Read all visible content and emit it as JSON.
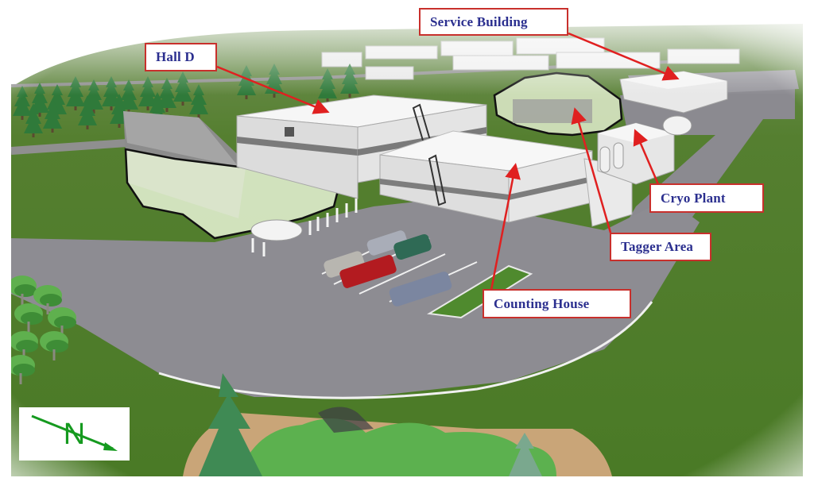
{
  "figure": {
    "subject": "Hall D facility site rendering",
    "colors": {
      "label_text": "#2b2f8f",
      "label_border": "#c8302c",
      "arrow": "#e02020",
      "grass": "#4f7d2a",
      "grass_dark": "#3d6620",
      "asphalt": "#8d8c92",
      "building": "#ececec",
      "building_stripe": "#7a7a7a",
      "highlight_fill": "#e8f3d6",
      "compass_green": "#159a1f"
    }
  },
  "labels": {
    "service_building": "Service Building",
    "hall_d": "Hall D",
    "cryo_plant": "Cryo Plant",
    "tagger_area": "Tagger Area",
    "counting_house": "Counting House"
  },
  "compass": {
    "letter": "N",
    "icon": "north-arrow-icon"
  },
  "vehicles": [
    {
      "type": "sedan",
      "color": "#a9adb8"
    },
    {
      "type": "suv",
      "color": "#2f6a55"
    },
    {
      "type": "sedan",
      "color": "#b8b6b0"
    },
    {
      "type": "pickup",
      "color": "#b31b20"
    },
    {
      "type": "sedan",
      "color": "#7b86a0"
    }
  ]
}
